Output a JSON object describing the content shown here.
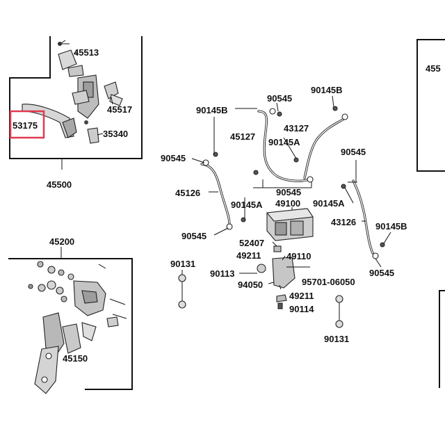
{
  "diagram": {
    "highlight_color": "#e0384f",
    "ink_color": "#111111",
    "labels": {
      "p45513": "45513",
      "p45517": "45517",
      "p53175": "53175",
      "p35340": "35340",
      "p45500": "45500",
      "p45200": "45200",
      "p45150": "45150",
      "p90145B_a": "90145B",
      "p90545_a": "90545",
      "p90145B_b": "90145B",
      "p45127": "45127",
      "p43127": "43127",
      "p90145A_a": "90145A",
      "p90545_b": "90545",
      "p90545_c": "90545",
      "p90545_d": "90545",
      "p45126": "45126",
      "p90145A_b": "90145A",
      "p49100": "49100",
      "p90145A_c": "90145A",
      "p43126": "43126",
      "p90145B_c": "90145B",
      "p90545_e": "90545",
      "p52407": "52407",
      "p49211_a": "49211",
      "p49110": "49110",
      "p90131_a": "90131",
      "p90113": "90113",
      "p90545_f": "90545",
      "p94050": "94050",
      "p95701": "95701-06050",
      "p49211_b": "49211",
      "p90114": "90114",
      "p90131_b": "90131",
      "p455": "455"
    }
  }
}
